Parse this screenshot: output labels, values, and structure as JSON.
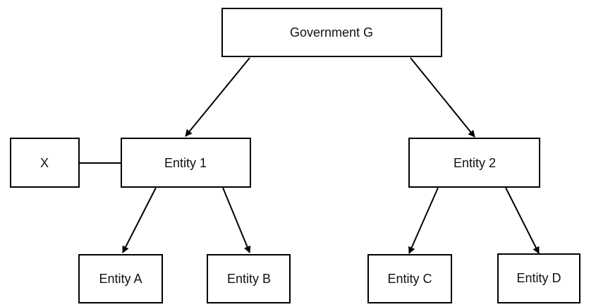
{
  "nodes": {
    "government_g": {
      "label": "Government G"
    },
    "entity_1": {
      "label": "Entity 1"
    },
    "entity_2": {
      "label": "Entity 2"
    },
    "x": {
      "label": "X"
    },
    "entity_a": {
      "label": "Entity A"
    },
    "entity_b": {
      "label": "Entity B"
    },
    "entity_c": {
      "label": "Entity C"
    },
    "entity_d": {
      "label": "Entity D"
    }
  },
  "edges": [
    {
      "from": "Government G",
      "to": "Entity 1",
      "arrow": true
    },
    {
      "from": "Government G",
      "to": "Entity 2",
      "arrow": true
    },
    {
      "from": "X",
      "to": "Entity 1",
      "arrow": false
    },
    {
      "from": "Entity 1",
      "to": "Entity A",
      "arrow": true
    },
    {
      "from": "Entity 1",
      "to": "Entity B",
      "arrow": true
    },
    {
      "from": "Entity 2",
      "to": "Entity C",
      "arrow": true
    },
    {
      "from": "Entity 2",
      "to": "Entity D",
      "arrow": true
    }
  ],
  "colors": {
    "stroke": "#000000",
    "fill": "#ffffff",
    "text": "#111111"
  }
}
